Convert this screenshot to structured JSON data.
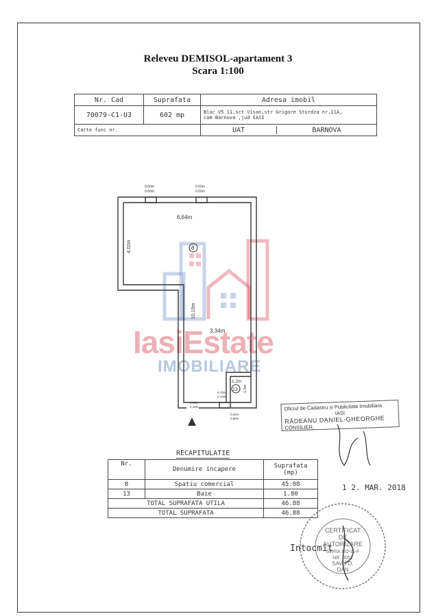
{
  "title_line1": "Releveu  DEMISOL-apartament 3",
  "title_line2": "Scara 1:100",
  "header": {
    "nr_cad_label": "Nr. Cad",
    "suprafata_label": "Suprafata",
    "adresa_label": "Adresa imobil",
    "nr_cad_value": "70079-C1-U3",
    "suprafata_value": "602 mp",
    "adresa_value_1": "Bloc V5 11,sct Visan,str Grigore Sturdza nr.11A,",
    "adresa_value_2": "com Barnova ,jud IASI",
    "carte_label": "Carte func nr.",
    "uat_label": "UAT",
    "uat_value": "BARNOVA"
  },
  "plan": {
    "window_top_1": "0.60m",
    "window_top_1b": "0.60m",
    "window_top_2": "0.60m",
    "window_top_2b": "0.60m",
    "dim_width_top": "6,64m",
    "dim_height_left": "4,02m",
    "dim_height_long": "10,15m",
    "dim_width_lower": "3,34m",
    "room_8": "8",
    "room_13": "13",
    "bath_width": "1,2m",
    "bath_height": "1,5m",
    "bath_door_a": "0,70m",
    "bath_door_b": "2,10m",
    "door_a": "0,90m",
    "door_b": "2,10m",
    "win_bottom_a": "0,62m",
    "win_bottom_b": "0,60m"
  },
  "watermark": {
    "brand": "IasiEstate",
    "sub": "IMOBILIARE"
  },
  "recap": {
    "title": "RECAPITULATIE",
    "col_nr": "Nr.",
    "col_name": "Denumire incapere",
    "col_area": "Suprafata (mp)",
    "rows": [
      {
        "nr": "8",
        "name": "Spatiu comercial",
        "area": "45.08"
      },
      {
        "nr": "13",
        "name": "Baie",
        "area": "1.80"
      }
    ],
    "total_util_label": "TOTAL SUPRAFATA UTILA",
    "total_util_value": "46.88",
    "total_label": "TOTAL SUPRAFATA",
    "total_value": "46.88"
  },
  "stamp": {
    "office": "Oficiul de Cadastru si Publicitate Imobiliara",
    "city": "IASI",
    "name": "RĂDEANU DANIEL-GHEORGHE",
    "role": "CONSILIER,",
    "date": "1 2. MAR. 2018"
  },
  "seal": {
    "line1": "CERTIFICAT",
    "line2": "DE",
    "line3": "AUTORIZARE",
    "line4": "SERIA RO-IS-F",
    "line5": "NR. 0051",
    "line6": "SAVU D.",
    "line7": "DAN"
  },
  "intocmit": "Intocmit"
}
